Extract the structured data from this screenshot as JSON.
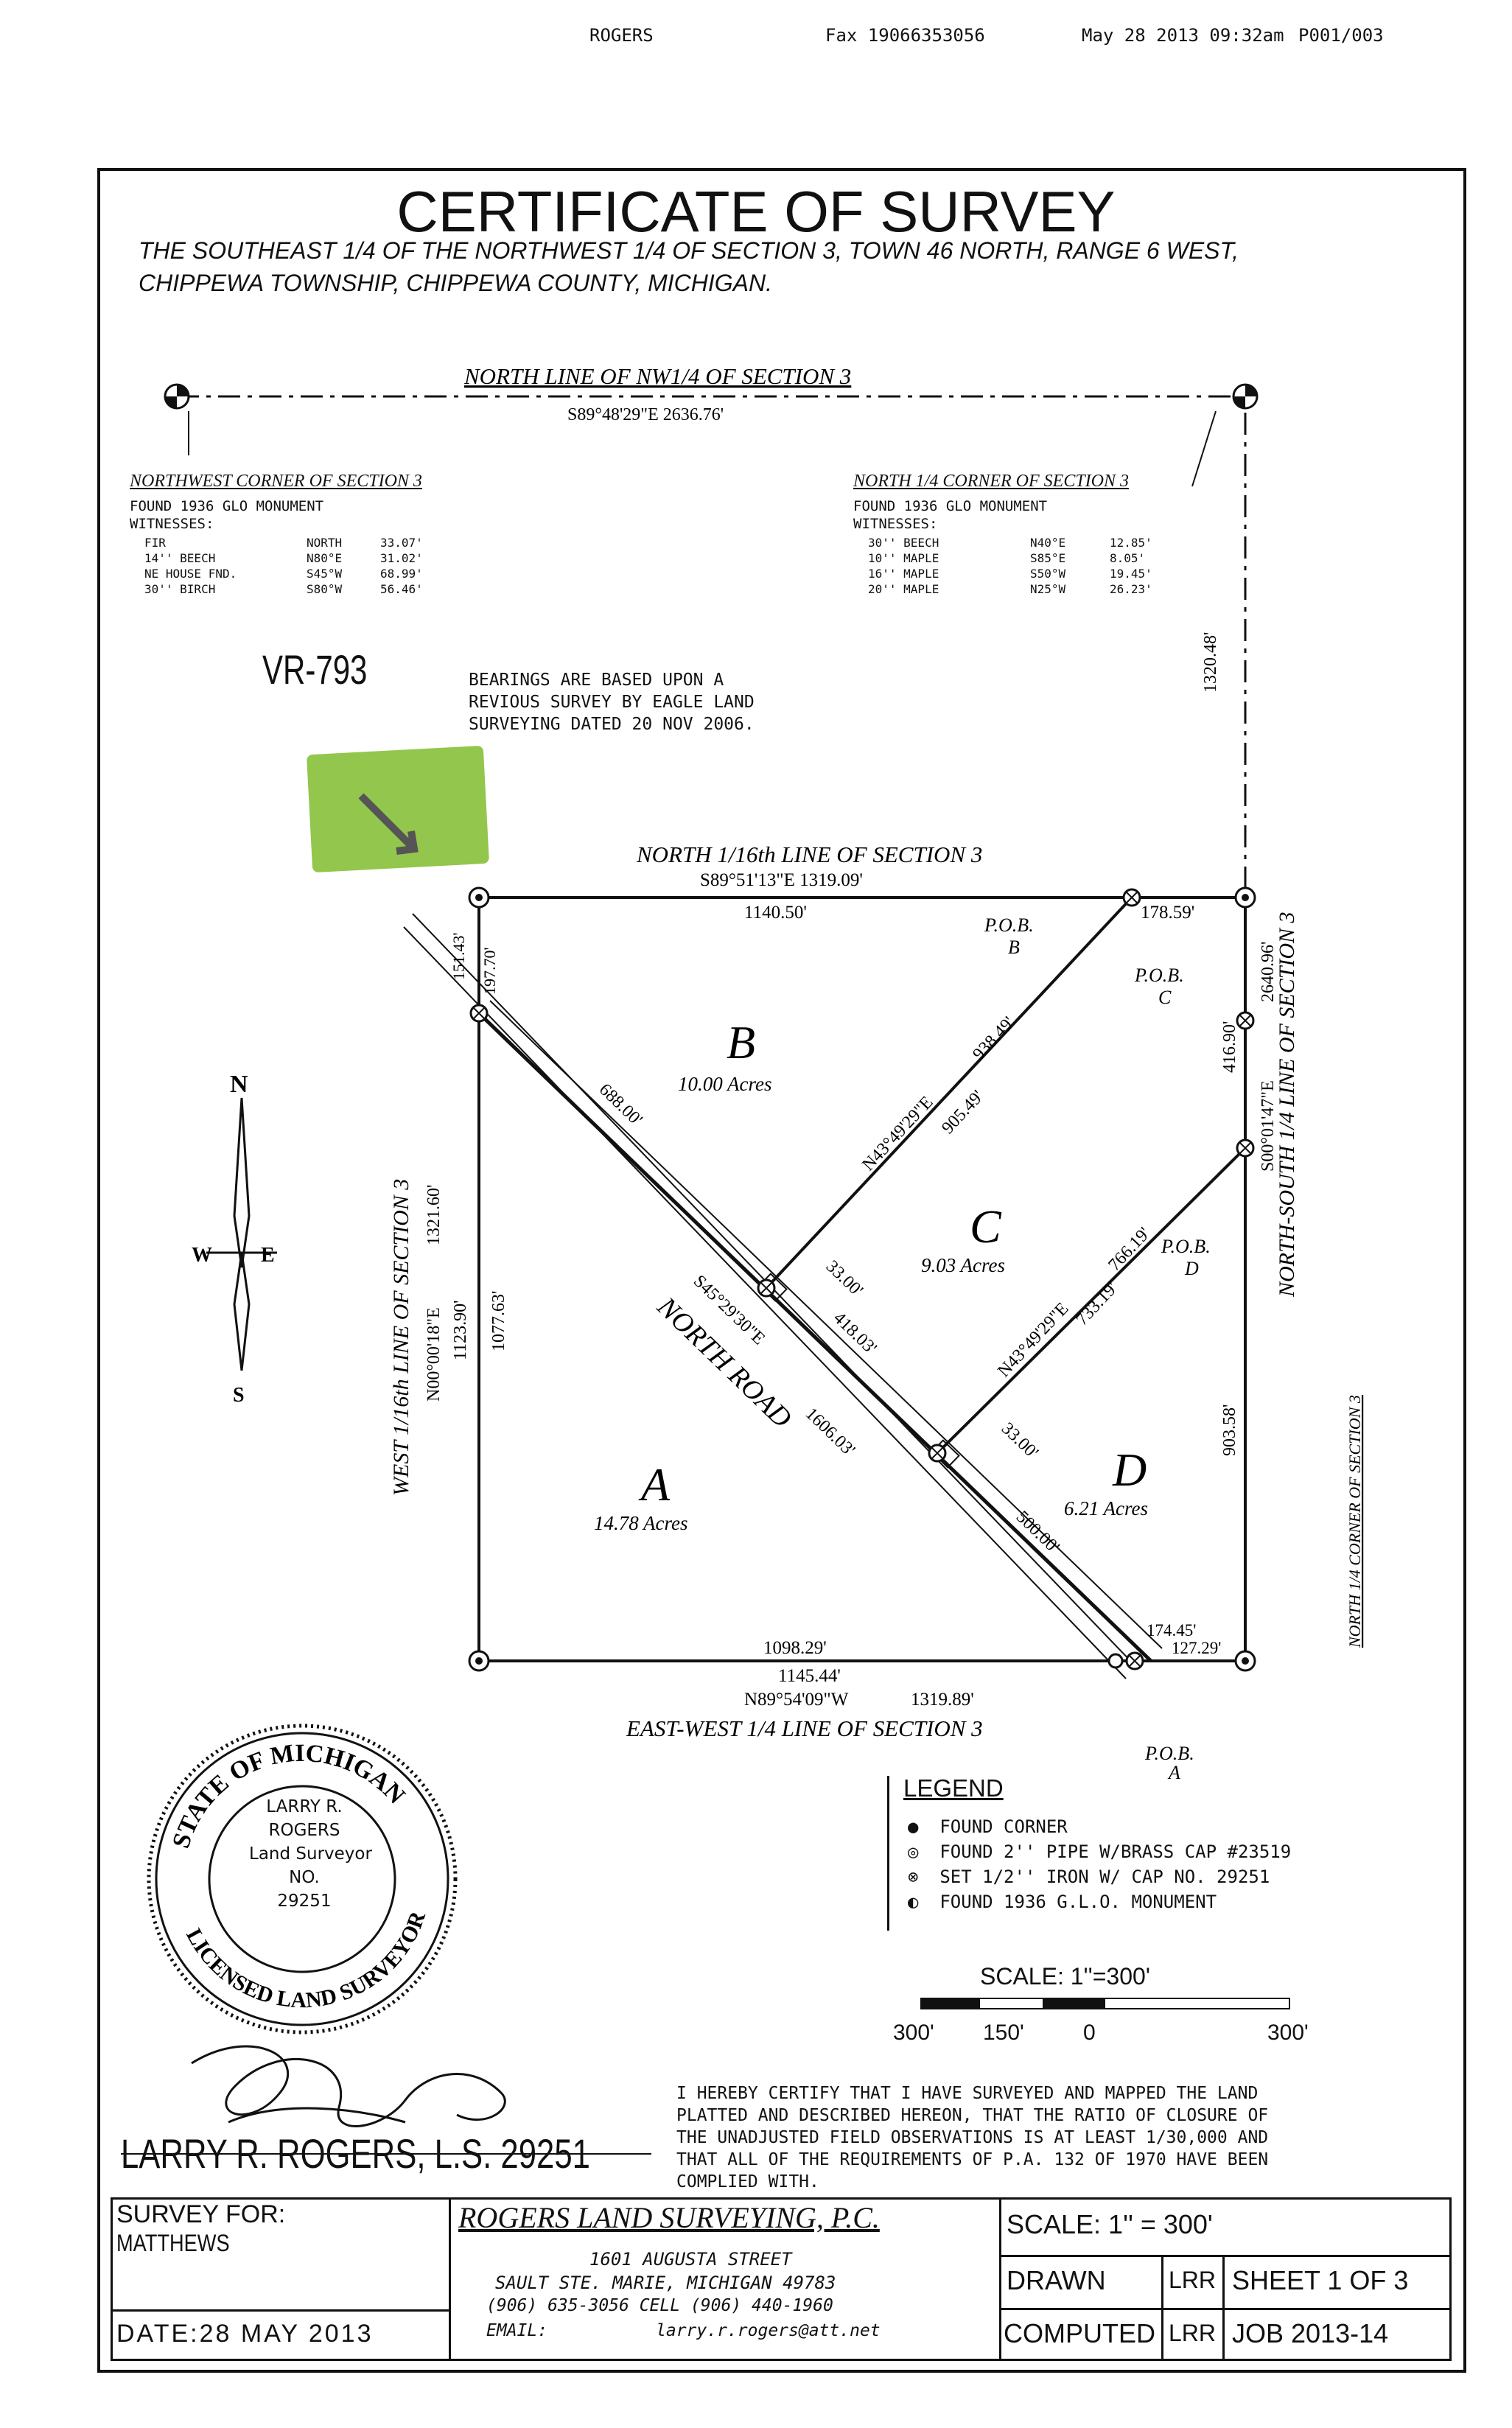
{
  "fax_header": {
    "sender": "ROGERS",
    "fax": "Fax 19066353056",
    "date": "May 28 2013 09:32am",
    "page": "P001/003"
  },
  "title": "CERTIFICATE OF SURVEY",
  "subtitle_line1": "THE SOUTHEAST 1/4 OF THE NORTHWEST 1/4 OF SECTION 3, TOWN 46 NORTH, RANGE 6 WEST,",
  "subtitle_line2": "CHIPPEWA TOWNSHIP, CHIPPEWA COUNTY, MICHIGAN.",
  "north_line": {
    "label": "NORTH LINE OF NW1/4 OF SECTION 3",
    "bearing": "S89°48'29\"E    2636.76'"
  },
  "nw_corner": {
    "title": "NORTHWEST CORNER OF SECTION 3",
    "found": "FOUND 1936 GLO MONUMENT",
    "witnesses_label": "WITNESSES:",
    "witnesses": [
      {
        "item": "FIR",
        "dir": "NORTH",
        "dist": "33.07'"
      },
      {
        "item": "14'' BEECH",
        "dir": "N80°E",
        "dist": "31.02'"
      },
      {
        "item": "NE HOUSE FND.",
        "dir": "S45°W",
        "dist": "68.99'"
      },
      {
        "item": "30'' BIRCH",
        "dir": "S80°W",
        "dist": "56.46'"
      }
    ]
  },
  "n14_corner": {
    "title": "NORTH 1/4 CORNER OF SECTION 3",
    "found": "FOUND 1936 GLO MONUMENT",
    "witnesses_label": "WITNESSES:",
    "witnesses": [
      {
        "item": "30'' BEECH",
        "dir": "N40°E",
        "dist": "12.85'"
      },
      {
        "item": "10'' MAPLE",
        "dir": "S85°E",
        "dist": "8.05'"
      },
      {
        "item": "16'' MAPLE",
        "dir": "S50°W",
        "dist": "19.45'"
      },
      {
        "item": "20'' MAPLE",
        "dir": "N25°W",
        "dist": "26.23'"
      }
    ]
  },
  "vr": "VR-793",
  "bearings_note": [
    "BEARINGS ARE BASED UPON A",
    "REVIOUS SURVEY BY EAGLE LAND",
    "SURVEYING DATED 20 NOV 2006."
  ],
  "plat": {
    "north_16th": {
      "label": "NORTH 1/16th LINE OF SECTION 3",
      "bearing": "S89°51'13\"E    1319.09'",
      "d1": "1140.50'",
      "d2": "178.59'"
    },
    "pob_b": "P.O.B.",
    "pob_b_letter": "B",
    "pob_c": "P.O.B.",
    "pob_c_letter": "C",
    "pob_d": "P.O.B.",
    "pob_d_letter": "D",
    "pob_a": "P.O.B.",
    "pob_a_letter": "A",
    "parcel_b": {
      "letter": "B",
      "acres": "10.00 Acres"
    },
    "parcel_c": {
      "letter": "C",
      "acres": "9.03 Acres"
    },
    "parcel_a": {
      "letter": "A",
      "acres": "14.78 Acres"
    },
    "parcel_d": {
      "letter": "D",
      "acres": "6.21 Acres"
    },
    "line_bc": {
      "bearing": "N43°49'29\"E",
      "d1": "938.49'",
      "d2": "905.49'"
    },
    "line_cd": {
      "bearing": "N43°49'29\"E",
      "d1": "766.19'",
      "d2": "733.19'"
    },
    "road": {
      "label": "NORTH ROAD",
      "bearing": "S45°29'30\"E",
      "total": "1606.03'",
      "d1": "688.00'",
      "d2": "418.03'",
      "d3": "500.00'",
      "offset1": "33.00'",
      "offset2": "33.00'"
    },
    "west_16th": {
      "label": "WEST 1/16th LINE OF SECTION 3",
      "bearing": "N00°00'18\"E",
      "total": "1321.60'",
      "d1": "151.43'",
      "d2": "197.70'",
      "d3": "1123.90'",
      "d4": "1077.63'"
    },
    "ns_line": {
      "label": "NORTH-SOUTH 1/4 LINE OF SECTION 3",
      "bearing": "S00°01'47\"E",
      "total": "2640.96'",
      "d1": "1320.48'",
      "d2": "416.90'",
      "d3": "903.58'"
    },
    "ew_line": {
      "label": "EAST-WEST 1/4 LINE OF SECTION 3",
      "bearing": "N89°54'09\"W",
      "total": "1319.89'",
      "d1": "1098.29'",
      "d2": "1145.44'",
      "d3": "174.45'",
      "d4": "127.29'"
    },
    "n14_corner_side": "NORTH 1/4 CORNER OF SECTION 3"
  },
  "compass": {
    "n": "N",
    "e": "E",
    "w": "W",
    "s": "S"
  },
  "legend": {
    "title": "LEGEND",
    "items": [
      {
        "symbol": "dot",
        "text": "FOUND CORNER"
      },
      {
        "symbol": "ring",
        "text": "FOUND 2'' PIPE W/BRASS CAP #23519"
      },
      {
        "symbol": "cross",
        "text": "SET 1/2'' IRON W/ CAP NO. 29251"
      },
      {
        "symbol": "monument",
        "text": "FOUND 1936 G.L.O. MONUMENT"
      }
    ]
  },
  "scale": {
    "label": "SCALE:  1''=300'",
    "ticks": [
      "300'",
      "150'",
      "0",
      "300'"
    ]
  },
  "seal": {
    "ring_top": "STATE OF MICHIGAN",
    "ring_bottom": "LICENSED LAND SURVEYOR",
    "lines": [
      "LARRY R.",
      "ROGERS",
      "Land Surveyor",
      "NO.",
      "29251"
    ]
  },
  "signature_name": "LARRY R. ROGERS, L.S. 29251",
  "certification": [
    "I HEREBY CERTIFY THAT I HAVE SURVEYED AND MAPPED THE LAND",
    "PLATTED AND DESCRIBED HEREON, THAT THE RATIO OF CLOSURE OF",
    "THE UNADJUSTED FIELD OBSERVATIONS IS AT LEAST 1/30,000 AND",
    "THAT ALL OF THE REQUIREMENTS OF P.A. 132 OF 1970 HAVE BEEN",
    "COMPLIED WITH."
  ],
  "title_block": {
    "survey_for_label": "SURVEY FOR:",
    "survey_for": "MATTHEWS",
    "date": "DATE:28  MAY  2013",
    "firm": "ROGERS LAND SURVEYING, P.C.",
    "address1": "1601  AUGUSTA  STREET",
    "address2": "SAULT STE. MARIE,    MICHIGAN    49783",
    "phone": "(906)  635-3056          CELL (906)  440-1960",
    "email_label": "EMAIL:",
    "email": "larry.r.rogers@att.net",
    "scale": "SCALE:  1''  =   300'",
    "drawn_label": "DRAWN",
    "drawn_by": "LRR",
    "sheet": "SHEET 1  OF 3",
    "computed_label": "COMPUTED",
    "computed_by": "LRR",
    "job": "JOB 2013-14"
  }
}
